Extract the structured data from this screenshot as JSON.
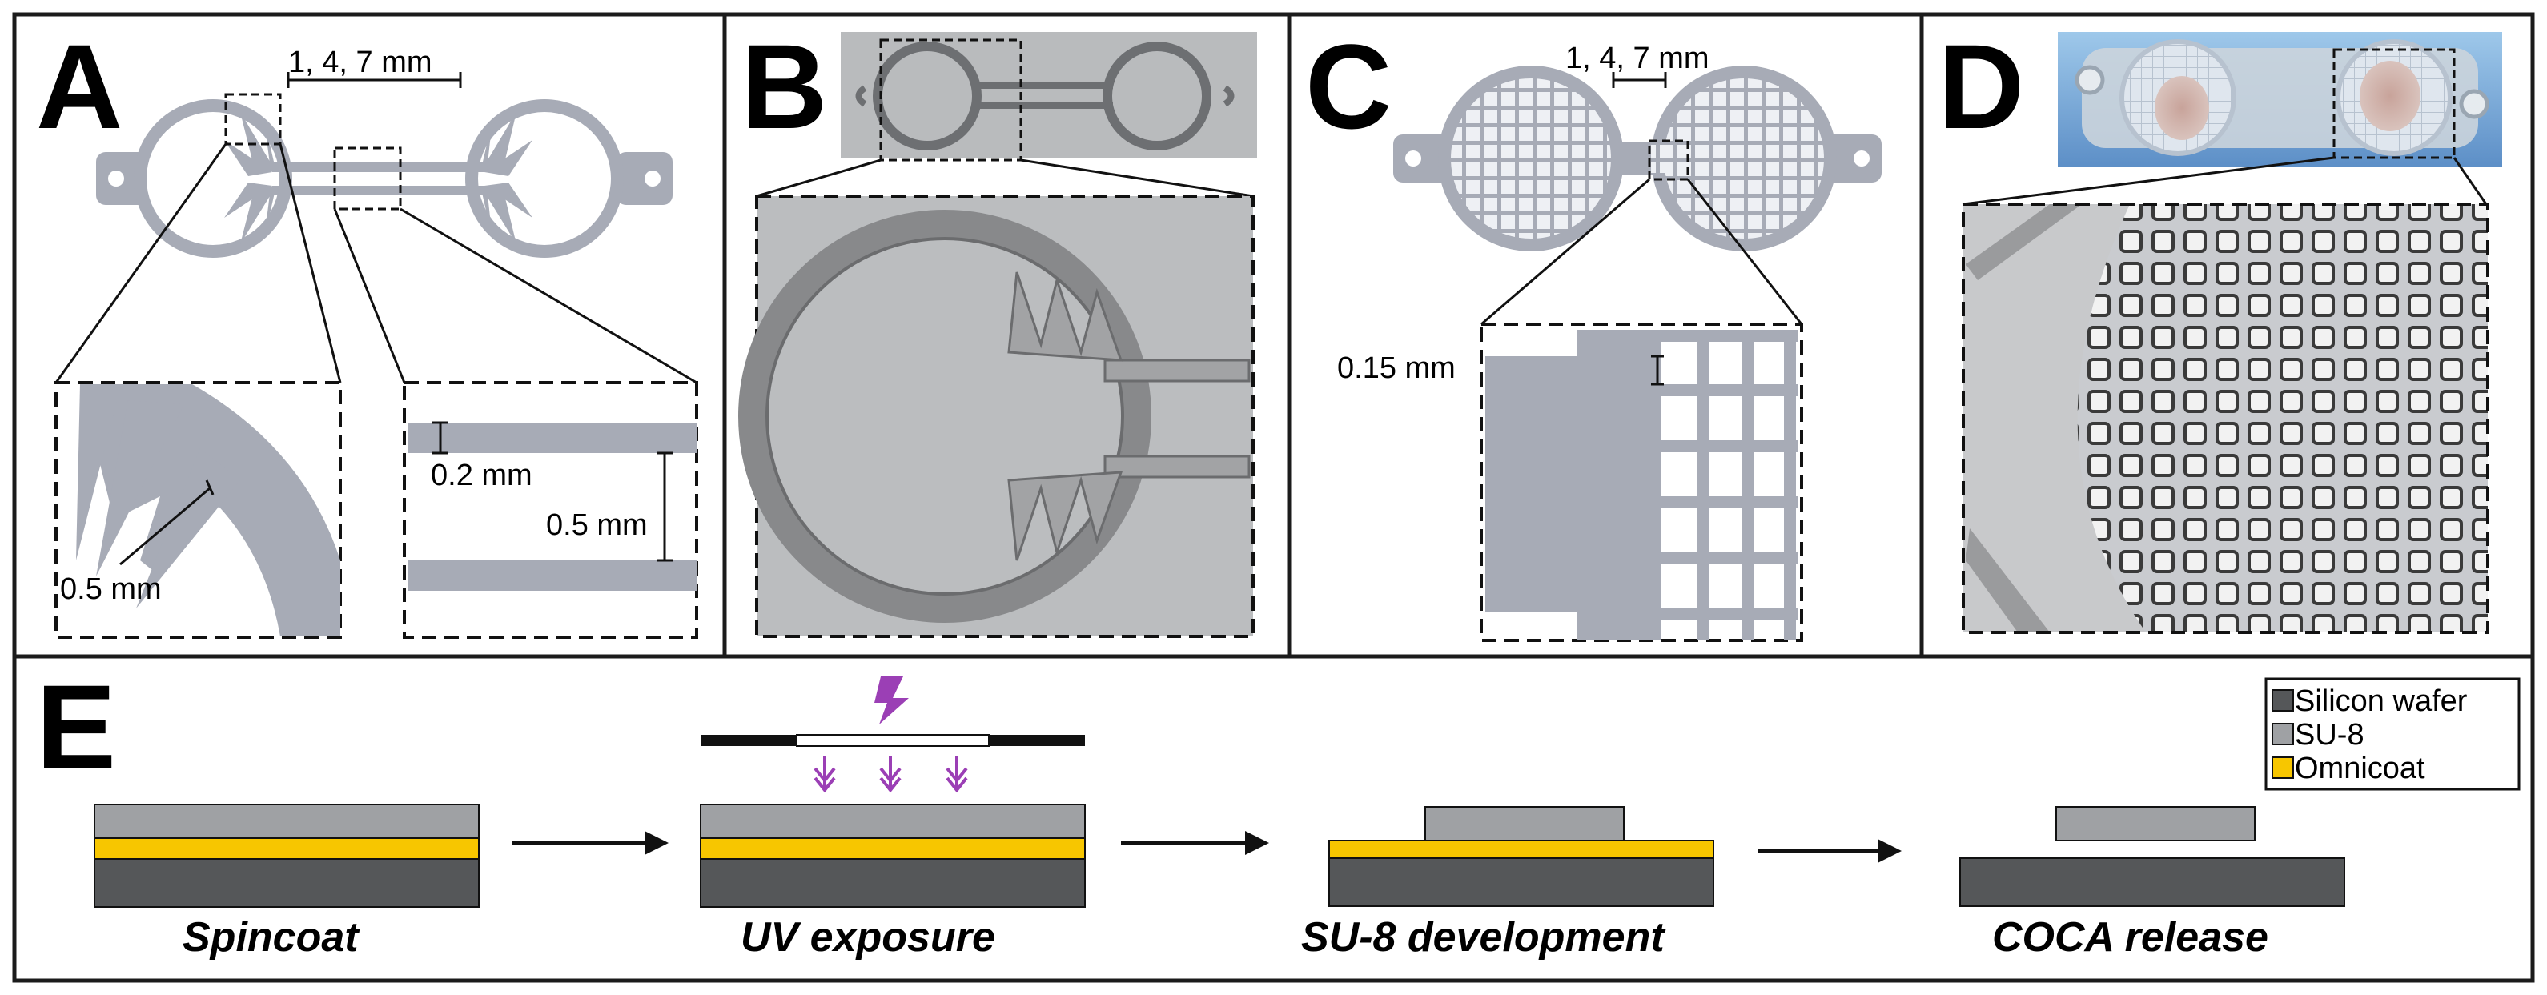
{
  "panels": {
    "A": {
      "letter": "A",
      "scale_label": "1, 4, 7 mm",
      "tooth_label": "0.5 mm",
      "channel_width_label": "0.2 mm",
      "channel_gap_label": "0.5 mm"
    },
    "B": {
      "letter": "B"
    },
    "C": {
      "letter": "C",
      "scale_label": "1, 4, 7 mm",
      "mesh_label": "0.15 mm"
    },
    "D": {
      "letter": "D"
    }
  },
  "process": {
    "letter": "E",
    "steps": [
      "Spincoat",
      "UV exposure",
      "SU-8 development",
      "COCA release"
    ],
    "legend": [
      {
        "label": "Silicon wafer",
        "color": "#555759"
      },
      {
        "label": "SU-8",
        "color": "#9fa1a4"
      },
      {
        "label": "Omnicoat",
        "color": "#f7c600"
      }
    ],
    "uv_color": "#9b3fb5"
  },
  "colors": {
    "device": "#a7abb6",
    "frame": "#1b1b1b"
  }
}
